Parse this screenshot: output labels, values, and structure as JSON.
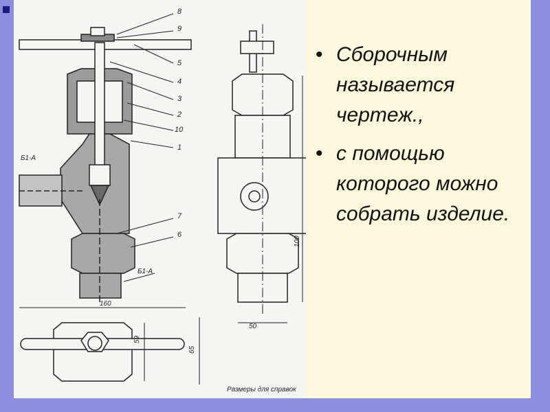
{
  "slide": {
    "bullets": [
      {
        "marker": "•",
        "text": "Сборочным называется чертеж.,"
      },
      {
        "marker": "•",
        "text": "с помощью которого можно собрать изделие."
      }
    ]
  },
  "drawing": {
    "callouts": [
      "8",
      "9",
      "5",
      "4",
      "3",
      "2",
      "10",
      "1",
      "7",
      "6"
    ],
    "section_labels": [
      "Б1-А",
      "Б1-А"
    ],
    "dimensions": {
      "top_width": "160",
      "mid_width": "50",
      "height_a": "59",
      "height_b": "65",
      "height_right": "100"
    },
    "note": "Размеры для справок"
  },
  "colors": {
    "frame": "#8d8ee0",
    "panel": "#fcf8dc",
    "corner": "#1a1a80"
  }
}
